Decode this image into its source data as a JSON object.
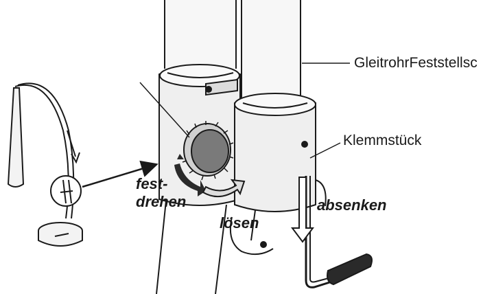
{
  "labels": {
    "gleitrohr": "GleitrohrFeststellsc",
    "klemmstueck": "Klemmstück",
    "fest": "fest-",
    "drehen": "drehen",
    "loesen": "lösen",
    "absenken": "absenken"
  },
  "colors": {
    "line": "#1a1a1a",
    "tube_fill": "#f7f7f7",
    "clamp_fill": "#efefef",
    "knob_fill": "#7a7a7a",
    "arrow_fill": "#dddddd",
    "grip_fill": "#2a2a2a"
  }
}
